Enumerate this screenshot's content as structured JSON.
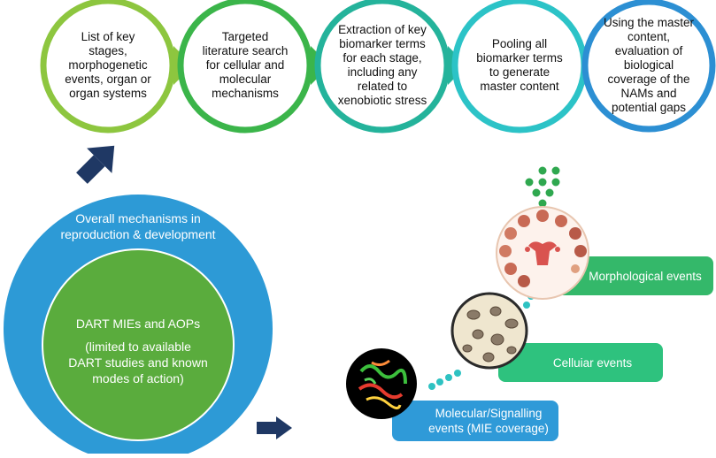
{
  "colors": {
    "light_green": "#8dc63f",
    "green": "#3bb54a",
    "teal_green": "#24b39b",
    "teal": "#2cc3c7",
    "blue": "#2c8fd3",
    "dart_green": "#5aac3d",
    "outer_blue": "#2d9ad6",
    "navy_arrow": "#1f3864",
    "morph_box": "#34b86a",
    "cell_box": "#2ec27e",
    "mol_box": "#2f9ad8"
  },
  "process_steps": [
    {
      "text": "List of key stages, morphogenetic events, organ or organ systems",
      "color": "#8dc63f"
    },
    {
      "text": "Targeted literature search for cellular and molecular mechanisms",
      "color": "#3bb54a"
    },
    {
      "text": "Extraction of key biomarker terms for each stage, including any related to xenobiotic stress",
      "color": "#24b39b"
    },
    {
      "text": "Pooling all biomarker terms to generate master content",
      "color": "#2cc3c7"
    },
    {
      "text": "Using the master content, evaluation of biological coverage of the NAMs and potential gaps",
      "color": "#2c8fd3"
    }
  ],
  "outer_circle": {
    "text": "Overall mechanisms in reproduction & development"
  },
  "inner_circle": {
    "title": "DART MIEs and AOPs",
    "subtitle": "(limited to available DART studies and known modes of action)"
  },
  "events": {
    "morphological": "Morphological events",
    "cellular": "Celluiar events",
    "molecular": "Molecular/Signalling events (MIE coverage)"
  },
  "icons": {
    "up_arrow": "up-arrow-icon",
    "right_arrow": "right-arrow-icon",
    "protein": "protein-structure-icon",
    "cells": "cells-icon",
    "embryo": "embryo-development-icon"
  }
}
